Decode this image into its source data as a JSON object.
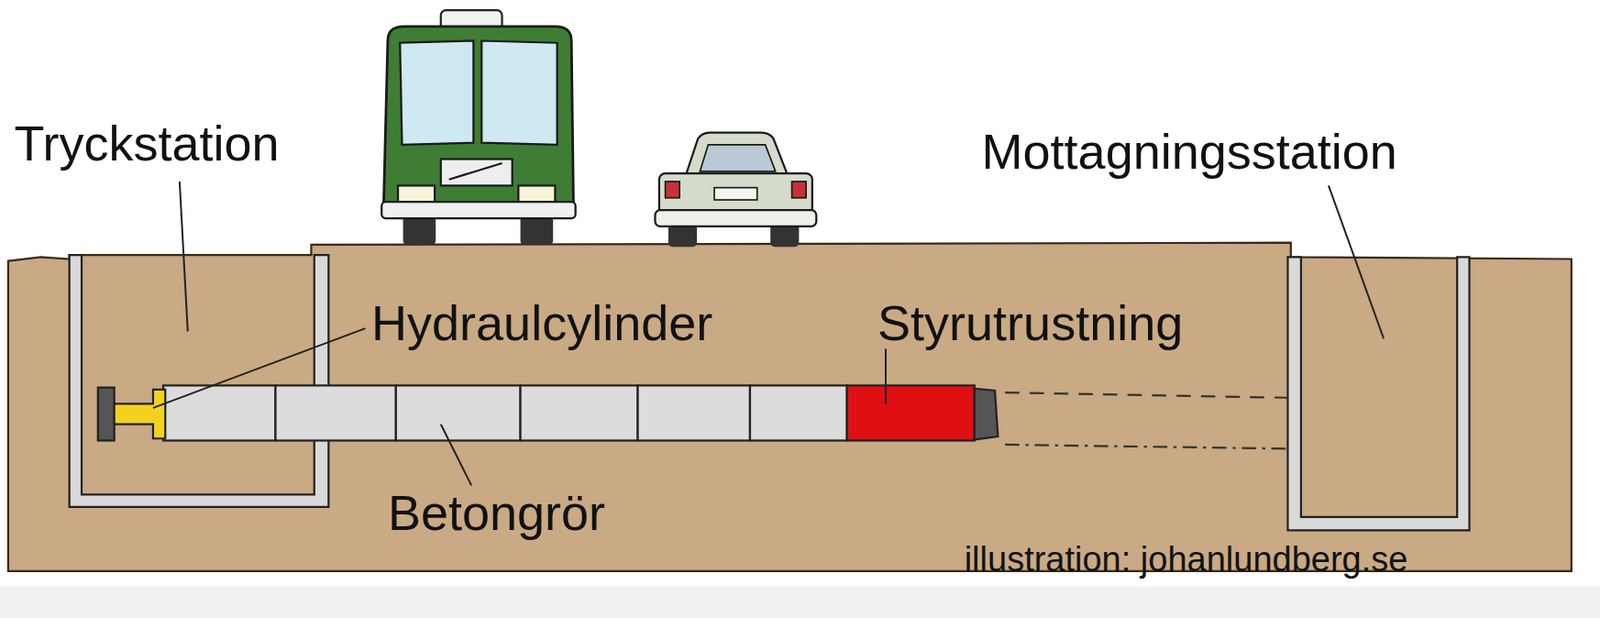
{
  "diagram": {
    "labels": [
      "Tryckstation",
      "Mottagningsstation",
      "Hydraulcylinder",
      "Styrutrustning",
      "Betongrör",
      "illustration: johanlundberg.se"
    ]
  }
}
